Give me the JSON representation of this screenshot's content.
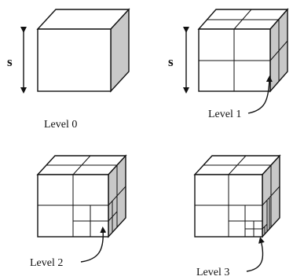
{
  "size_label": "s",
  "levels": [
    {
      "label": "Level 0",
      "depth": 0
    },
    {
      "label": "Level 1",
      "depth": 1
    },
    {
      "label": "Level 2",
      "depth": 2
    },
    {
      "label": "Level 3",
      "depth": 3
    }
  ]
}
